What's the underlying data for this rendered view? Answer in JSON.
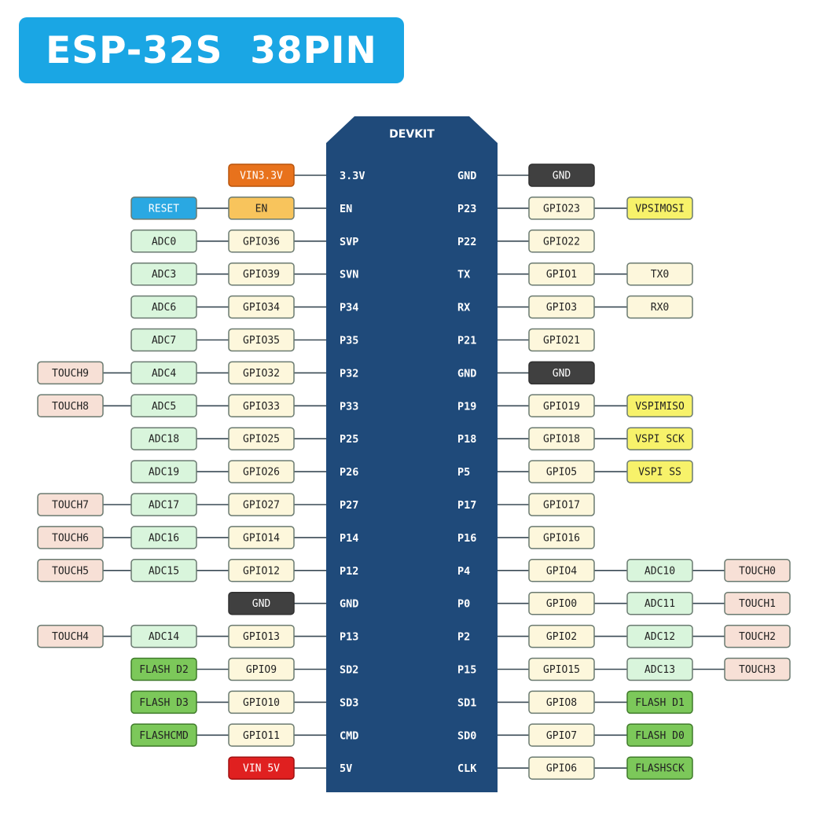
{
  "title": "ESP-32S  38PIN",
  "board_label": "DEVKIT",
  "colors": {
    "banner": "#1aa6e4",
    "board": "#1f4a7a",
    "gpio": "#fdf7dc",
    "adc": "#d9f5dc",
    "touch": "#f7e0d6",
    "gnd": "#404040",
    "power": "#e8721c",
    "vin5": "#e02020",
    "reset": "#2aa8e2",
    "en": "#f8c45c",
    "spi": "#f7f26a",
    "uart": "#fdf7dc",
    "flash": "#7cc85a"
  },
  "left_pins": [
    {
      "pin": "3.3V",
      "gpio": {
        "label": "VIN3.3V",
        "kind": "power"
      }
    },
    {
      "pin": "EN",
      "gpio": {
        "label": "EN",
        "kind": "en"
      },
      "f1": {
        "label": "RESET",
        "kind": "reset"
      }
    },
    {
      "pin": "SVP",
      "gpio": {
        "label": "GPIO36",
        "kind": "gpio"
      },
      "f1": {
        "label": "ADC0",
        "kind": "adc"
      }
    },
    {
      "pin": "SVN",
      "gpio": {
        "label": "GPIO39",
        "kind": "gpio"
      },
      "f1": {
        "label": "ADC3",
        "kind": "adc"
      }
    },
    {
      "pin": "P34",
      "gpio": {
        "label": "GPIO34",
        "kind": "gpio"
      },
      "f1": {
        "label": "ADC6",
        "kind": "adc"
      }
    },
    {
      "pin": "P35",
      "gpio": {
        "label": "GPIO35",
        "kind": "gpio"
      },
      "f1": {
        "label": "ADC7",
        "kind": "adc"
      }
    },
    {
      "pin": "P32",
      "gpio": {
        "label": "GPIO32",
        "kind": "gpio"
      },
      "f1": {
        "label": "ADC4",
        "kind": "adc"
      },
      "f2": {
        "label": "TOUCH9",
        "kind": "touch"
      }
    },
    {
      "pin": "P33",
      "gpio": {
        "label": "GPIO33",
        "kind": "gpio"
      },
      "f1": {
        "label": "ADC5",
        "kind": "adc"
      },
      "f2": {
        "label": "TOUCH8",
        "kind": "touch"
      }
    },
    {
      "pin": "P25",
      "gpio": {
        "label": "GPIO25",
        "kind": "gpio"
      },
      "f1": {
        "label": "ADC18",
        "kind": "adc"
      }
    },
    {
      "pin": "P26",
      "gpio": {
        "label": "GPIO26",
        "kind": "gpio"
      },
      "f1": {
        "label": "ADC19",
        "kind": "adc"
      }
    },
    {
      "pin": "P27",
      "gpio": {
        "label": "GPIO27",
        "kind": "gpio"
      },
      "f1": {
        "label": "ADC17",
        "kind": "adc"
      },
      "f2": {
        "label": "TOUCH7",
        "kind": "touch"
      }
    },
    {
      "pin": "P14",
      "gpio": {
        "label": "GPIO14",
        "kind": "gpio"
      },
      "f1": {
        "label": "ADC16",
        "kind": "adc"
      },
      "f2": {
        "label": "TOUCH6",
        "kind": "touch"
      }
    },
    {
      "pin": "P12",
      "gpio": {
        "label": "GPIO12",
        "kind": "gpio"
      },
      "f1": {
        "label": "ADC15",
        "kind": "adc"
      },
      "f2": {
        "label": "TOUCH5",
        "kind": "touch"
      }
    },
    {
      "pin": "GND",
      "gpio": {
        "label": "GND",
        "kind": "gnd"
      }
    },
    {
      "pin": "P13",
      "gpio": {
        "label": "GPIO13",
        "kind": "gpio"
      },
      "f1": {
        "label": "ADC14",
        "kind": "adc"
      },
      "f2": {
        "label": "TOUCH4",
        "kind": "touch"
      }
    },
    {
      "pin": "SD2",
      "gpio": {
        "label": "GPIO9",
        "kind": "gpio"
      },
      "f1": {
        "label": "FLASH D2",
        "kind": "flash"
      }
    },
    {
      "pin": "SD3",
      "gpio": {
        "label": "GPIO10",
        "kind": "gpio"
      },
      "f1": {
        "label": "FLASH D3",
        "kind": "flash"
      }
    },
    {
      "pin": "CMD",
      "gpio": {
        "label": "GPIO11",
        "kind": "gpio"
      },
      "f1": {
        "label": "FLASHCMD",
        "kind": "flash"
      }
    },
    {
      "pin": "5V",
      "gpio": {
        "label": "VIN 5V",
        "kind": "vin5"
      }
    }
  ],
  "right_pins": [
    {
      "pin": "GND",
      "gpio": {
        "label": "GND",
        "kind": "gnd"
      }
    },
    {
      "pin": "P23",
      "gpio": {
        "label": "GPIO23",
        "kind": "gpio"
      },
      "f1": {
        "label": "VPSIMOSI",
        "kind": "spi"
      }
    },
    {
      "pin": "P22",
      "gpio": {
        "label": "GPIO22",
        "kind": "gpio"
      }
    },
    {
      "pin": "TX",
      "gpio": {
        "label": "GPIO1",
        "kind": "gpio"
      },
      "f1": {
        "label": "TX0",
        "kind": "uart"
      }
    },
    {
      "pin": "RX",
      "gpio": {
        "label": "GPIO3",
        "kind": "gpio"
      },
      "f1": {
        "label": "RX0",
        "kind": "uart"
      }
    },
    {
      "pin": "P21",
      "gpio": {
        "label": "GPIO21",
        "kind": "gpio"
      }
    },
    {
      "pin": "GND",
      "gpio": {
        "label": "GND",
        "kind": "gnd"
      }
    },
    {
      "pin": "P19",
      "gpio": {
        "label": "GPIO19",
        "kind": "gpio"
      },
      "f1": {
        "label": "VSPIMISO",
        "kind": "spi"
      }
    },
    {
      "pin": "P18",
      "gpio": {
        "label": "GPIO18",
        "kind": "gpio"
      },
      "f1": {
        "label": "VSPI SCK",
        "kind": "spi"
      }
    },
    {
      "pin": "P5",
      "gpio": {
        "label": "GPIO5",
        "kind": "gpio"
      },
      "f1": {
        "label": "VSPI SS",
        "kind": "spi"
      }
    },
    {
      "pin": "P17",
      "gpio": {
        "label": "GPIO17",
        "kind": "gpio"
      }
    },
    {
      "pin": "P16",
      "gpio": {
        "label": "GPIO16",
        "kind": "gpio"
      }
    },
    {
      "pin": "P4",
      "gpio": {
        "label": "GPIO4",
        "kind": "gpio"
      },
      "f1": {
        "label": "ADC10",
        "kind": "adc"
      },
      "f2": {
        "label": "TOUCH0",
        "kind": "touch"
      }
    },
    {
      "pin": "P0",
      "gpio": {
        "label": "GPIO0",
        "kind": "gpio"
      },
      "f1": {
        "label": "ADC11",
        "kind": "adc"
      },
      "f2": {
        "label": "TOUCH1",
        "kind": "touch"
      }
    },
    {
      "pin": "P2",
      "gpio": {
        "label": "GPIO2",
        "kind": "gpio"
      },
      "f1": {
        "label": "ADC12",
        "kind": "adc"
      },
      "f2": {
        "label": "TOUCH2",
        "kind": "touch"
      }
    },
    {
      "pin": "P15",
      "gpio": {
        "label": "GPIO15",
        "kind": "gpio"
      },
      "f1": {
        "label": "ADC13",
        "kind": "adc"
      },
      "f2": {
        "label": "TOUCH3",
        "kind": "touch"
      }
    },
    {
      "pin": "SD1",
      "gpio": {
        "label": "GPIO8",
        "kind": "gpio"
      },
      "f1": {
        "label": "FLASH D1",
        "kind": "flash"
      }
    },
    {
      "pin": "SD0",
      "gpio": {
        "label": "GPIO7",
        "kind": "gpio"
      },
      "f1": {
        "label": "FLASH D0",
        "kind": "flash"
      }
    },
    {
      "pin": "CLK",
      "gpio": {
        "label": "GPIO6",
        "kind": "gpio"
      },
      "f1": {
        "label": "FLASHSCK",
        "kind": "flash"
      }
    }
  ]
}
